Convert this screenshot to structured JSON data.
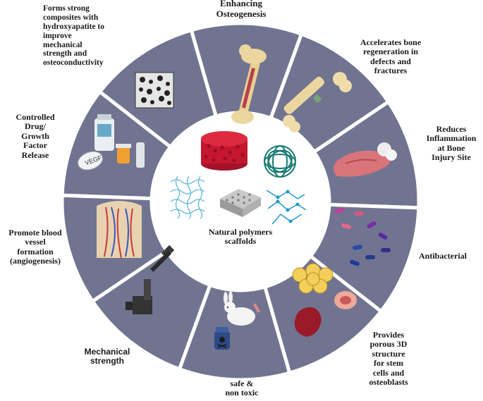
{
  "center": {
    "label": "Natural polymers\nscaffolds"
  },
  "segments": [
    {
      "id": "osteogenesis",
      "label": "Enhancing\nOsteogenesis"
    },
    {
      "id": "regeneration",
      "label": "Accelerates bone\nregeneration in\ndefects and\nfractures"
    },
    {
      "id": "inflammation",
      "label": "Reduces\nInflammation\nat Bone\nInjury Site"
    },
    {
      "id": "antibacterial",
      "label": "Antibacterial"
    },
    {
      "id": "porous",
      "label": "Provides\nporous 3D\nstructure\nfor stem\ncells and\nosteoblasts"
    },
    {
      "id": "safe",
      "label": "safe &\nnon toxic"
    },
    {
      "id": "mechanical",
      "label": "Mechanical\nstrength"
    },
    {
      "id": "angiogenesis",
      "label": "Promote blood\nvessel\nformation\n(angiogenesis)"
    },
    {
      "id": "drug",
      "label": "Controlled\nDrug/\nGrowth\nFactor\nRelease"
    },
    {
      "id": "composites",
      "label": "Forms strong\ncomposites with\nhydroxyapatite to\nimprove\nmechanical\nstrength and\nosteoconductivity"
    }
  ],
  "icons": {
    "vegf_label": "VEGF"
  },
  "colors": {
    "ring": "#707490",
    "ring_dark": "#5e6280",
    "separator": "#ffffff",
    "center": "#ffffff",
    "label": "#1a1a1a"
  }
}
